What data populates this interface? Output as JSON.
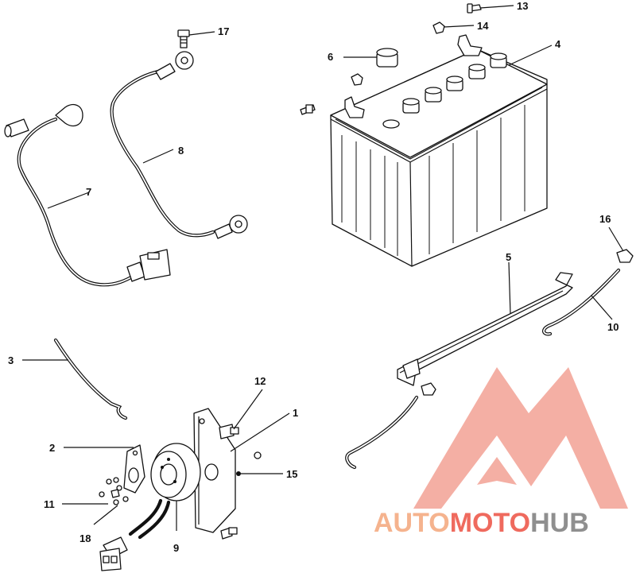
{
  "callouts": [
    {
      "id": "1",
      "text": "1"
    },
    {
      "id": "2",
      "text": "2"
    },
    {
      "id": "3",
      "text": "3"
    },
    {
      "id": "4",
      "text": "4"
    },
    {
      "id": "5",
      "text": "5"
    },
    {
      "id": "6",
      "text": "6"
    },
    {
      "id": "7",
      "text": "7"
    },
    {
      "id": "8",
      "text": "8"
    },
    {
      "id": "9",
      "text": "9"
    },
    {
      "id": "10",
      "text": "10"
    },
    {
      "id": "11",
      "text": "11"
    },
    {
      "id": "12",
      "text": "12"
    },
    {
      "id": "13",
      "text": "13"
    },
    {
      "id": "14",
      "text": "14"
    },
    {
      "id": "15",
      "text": "15"
    },
    {
      "id": "16",
      "text": "16"
    },
    {
      "id": "17",
      "text": "17"
    },
    {
      "id": "18",
      "text": "18"
    }
  ],
  "watermark": {
    "part1": "AUTO",
    "part2": "MOTO",
    "part3": "HUB",
    "color_light": "#f5b38e",
    "color_mid": "#ef6a5e",
    "color_dark": "#8f8f8f"
  }
}
